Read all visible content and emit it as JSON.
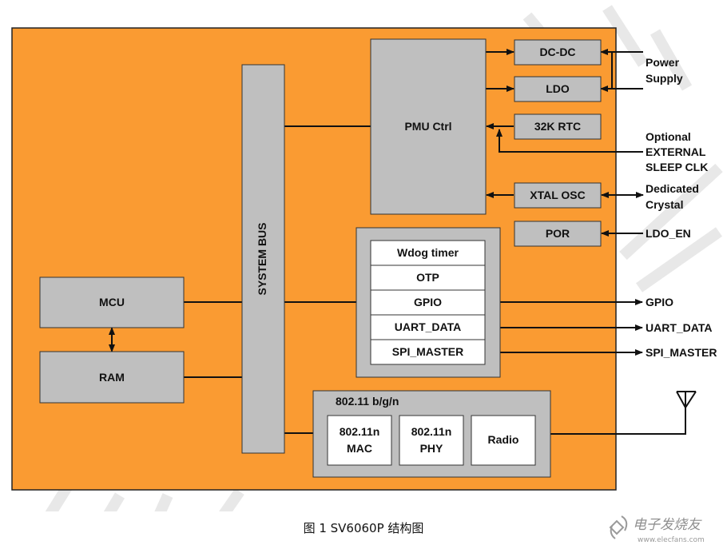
{
  "blocks": {
    "system_bus": "SYSTEM BUS",
    "mcu": "MCU",
    "ram": "RAM",
    "pmu_ctrl": "PMU Ctrl",
    "dc_dc": "DC-DC",
    "ldo": "LDO",
    "rtc_32k": "32K RTC",
    "xtal_osc": "XTAL OSC",
    "por": "POR",
    "peripherals": [
      "Wdog timer",
      "OTP",
      "GPIO",
      "UART_DATA",
      "SPI_MASTER"
    ],
    "wifi_title": "802.11 b/g/n",
    "wifi_mac": [
      "802.11n",
      "MAC"
    ],
    "wifi_phy": [
      "802.11n",
      "PHY"
    ],
    "radio": "Radio"
  },
  "external": {
    "power_supply": [
      "Power",
      "Supply"
    ],
    "sleep_clk": [
      "Optional",
      "EXTERNAL",
      "SLEEP CLK"
    ],
    "crystal": [
      "Dedicated",
      "Crystal"
    ],
    "ldo_en": "LDO_EN",
    "gpio": "GPIO",
    "uart_data": "UART_DATA",
    "spi_master": "SPI_MASTER"
  },
  "caption": "图 1 SV6060P  结构图",
  "logo_text": "电子发烧友",
  "logo_url": "www.elecfans.com",
  "colors": {
    "chip": "#FA9B32",
    "block": "#BFBFBF",
    "inner": "#FFFFFF",
    "line": "#111111",
    "watermark": "#CFCFCF"
  }
}
